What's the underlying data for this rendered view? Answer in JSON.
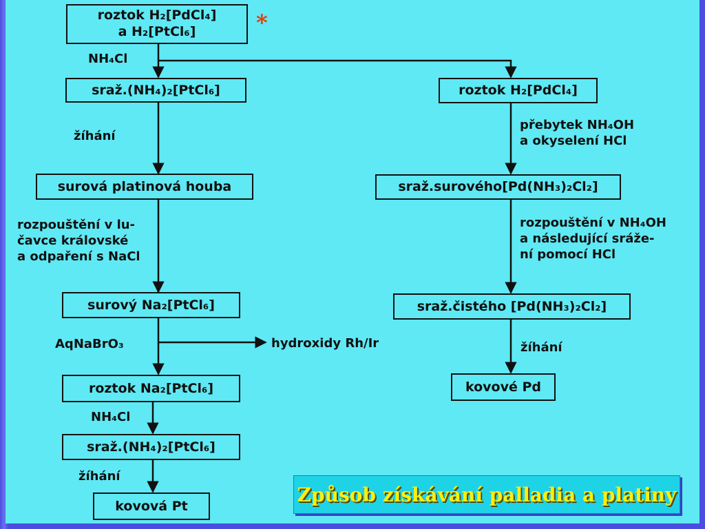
{
  "title": "Způsob získávání palladia a platiny",
  "marker": "*",
  "boxes": {
    "start": "roztok H₂[PdCl₄] a H₂[PtCl₆]",
    "pt_precip_1": "sraž.(NH₄)₂[PtCl₆]",
    "pt_sponge": "surová platinová houba",
    "pt_na_salt": "surový Na₂[PtCl₆]",
    "pt_solution": "roztok Na₂[PtCl₆]",
    "pt_precip_2": "sraž.(NH₄)₂[PtCl₆]",
    "pt_metal": "kovová Pt",
    "pd_solution": "roztok H₂[PdCl₄]",
    "pd_crude": "sraž.surového[Pd(NH₃)₂Cl₂]",
    "pd_pure": "sraž.čistého [Pd(NH₃)₂Cl₂]",
    "pd_metal": "kovové Pd"
  },
  "labels": {
    "nh4cl_1": "NH₄Cl",
    "ignition_1": "žíhání",
    "dissolve_pt_1": "rozpouštění v lu-",
    "dissolve_pt_2": "čavce královské",
    "dissolve_pt_3": "a odpaření s NaCl",
    "reagent": "AqNaBrO₃",
    "hydroxides": "hydroxidy Rh/Ir",
    "nh4cl_2": "NH₄Cl",
    "ignition_2": "žíhání",
    "excess_1": "přebytek NH₄OH",
    "excess_2": "a okyselení HCl",
    "dissolve_pd_1": "rozpouštění v NH₄OH",
    "dissolve_pd_2": "a následující sráže-",
    "dissolve_pd_3": "ní pomocí HCl",
    "ignition_3": "žíhání"
  }
}
